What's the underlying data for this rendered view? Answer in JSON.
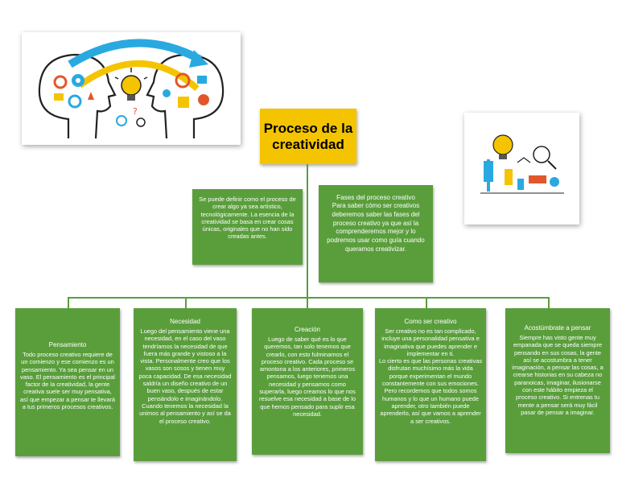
{
  "title": "Proceso de la\ncreatividad",
  "definition": "Se puede definir como el proceso de\ncrear algo ya sea artístico,\ntecnológicamente.  La esencia de la\ncreatividad se basa en crear cosas\núnicas, originales que no han sido\ncreadas antes.",
  "phases": {
    "heading": "Fases del proceso creativo",
    "text": "Para saber cómo ser creativos\ndeberemos saber las fases del\nproceso creativo ya que así la\ncomprenderemos mejor y lo\npodremos usar como guía cuando\nqueramos creativizar."
  },
  "boxes": [
    {
      "heading": "Pensamiento",
      "text": "Todo proceso creativo requiere de\nun comienzo y ese comienzo es un\npensamiento. Ya sea pensar en un\nvaso.  El pensamiento es el principal\nfactor de la creatividad, la gente\ncreativa suele ser muy pensativa,\nasí que empezar a pensar te llevará\na tus primeros procesos creativos."
    },
    {
      "heading": "Necesidad",
      "text": "Luego del pensamiento viene una\nnecesidad,  en el caso del vaso\ntendríamos la necesidad de que\nfuera más grande y vistoso a la\nvista. Personalmente creo que los\nvasos son sosos y tienen muy\npoca capacidad.  De esa necesidad\nsaldría un diseño creativo de un\nbuen vaso, después de estar\npensándolo e imaginándolo.\nCuando tenemos la necesidad la\nunimos al pensamiento y así se da\nel proceso creativo."
    },
    {
      "heading": "Creación",
      "text": "Luego de saber qué es lo que\nqueremos, tan solo tenemos que\ncrearlo, con esto fulminamos el\nproceso creativo. Cada proceso se\namontona a los anteriores, primeros\npensamos, luego tenemos una\nnecesidad y pensamos como\nsuperarla, luego creamos lo que nos\nresuelve esa necesidad a base de lo\nque hemos pensado para suplir esa\nnecesidad."
    },
    {
      "heading": "Como ser creativo",
      "text": "Ser creativo no es tan complicado,\nincluye una personalidad pensativa e\nimaginativa que puedes aprender e\nimplementar en ti.\nLo cierto es que las personas creativas\ndisfrutan muchísimo más la vida\nporque experimentan el mundo\nconstantemente con sus emociones.\nPero recordemos que todos somos\nhumanos y lo que un humano puede\naprender, otro también puede\naprenderlo, así que vamos a aprender\na ser creativos."
    },
    {
      "heading": "Acostúmbrate a pensar",
      "text": "Siempre has visto gente muy\nempanada que se queda siempre\npensando en sus cosas, la gente\nasí se acostumbra a tener\nimaginación, a pensar las cosas, a\ncrearse historias en su cabeza no\nparanoicas, imaginar, ilusionarse\ncon este hábito empieza el\nproceso creativo. Si entrenas tu\nmente a pensar será muy fácil\npasar de pensar a imaginar."
    }
  ],
  "colors": {
    "green": "#5a9e3c",
    "yellow": "#f5c400",
    "arrow_blue": "#2aa9e0",
    "arrow_yellow": "#f5c400"
  },
  "icons": {
    "left_image": "heads-with-gears-and-lightbulb-illustration",
    "right_image": "lightbulb-and-tools-illustration"
  }
}
